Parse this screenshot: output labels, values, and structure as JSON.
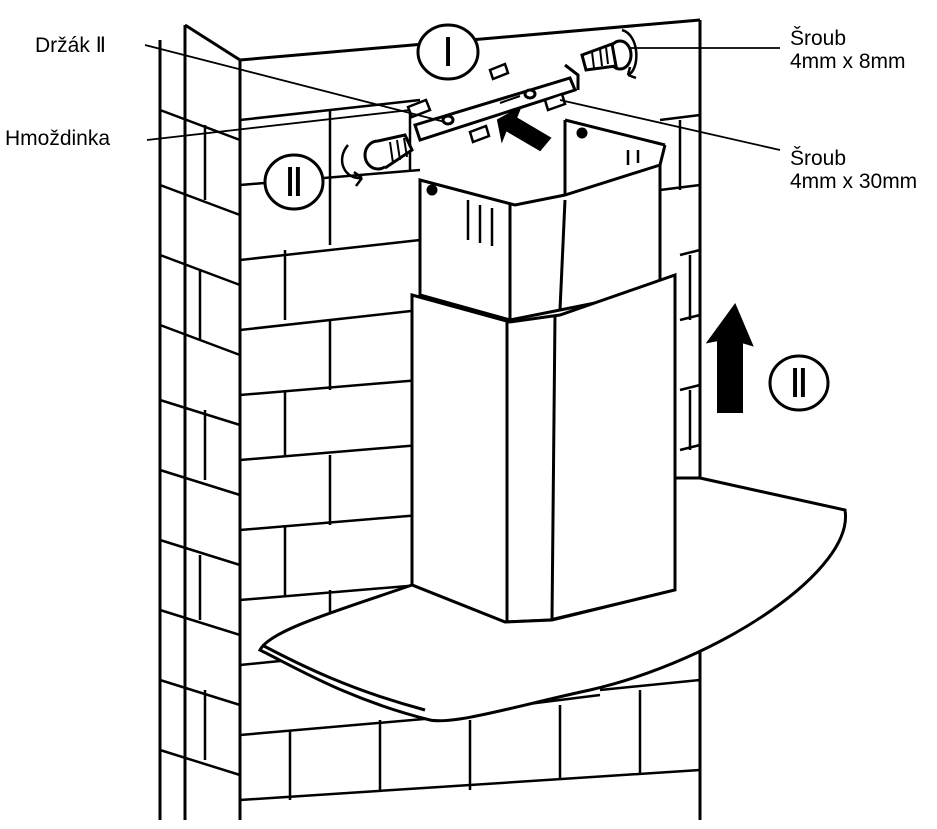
{
  "labels": {
    "bracket": "Držák Ⅱ",
    "anchor": "Hmoždinka",
    "screw_small_name": "Šroub",
    "screw_small_size": "4mm x 8mm",
    "screw_large_name": "Šroub",
    "screw_large_size": "4mm x 30mm"
  },
  "steps": {
    "step1": "Ⅰ",
    "step2_left": "Ⅱ",
    "step2_right": "Ⅱ"
  },
  "colors": {
    "ink": "#000000",
    "paper": "#ffffff"
  }
}
